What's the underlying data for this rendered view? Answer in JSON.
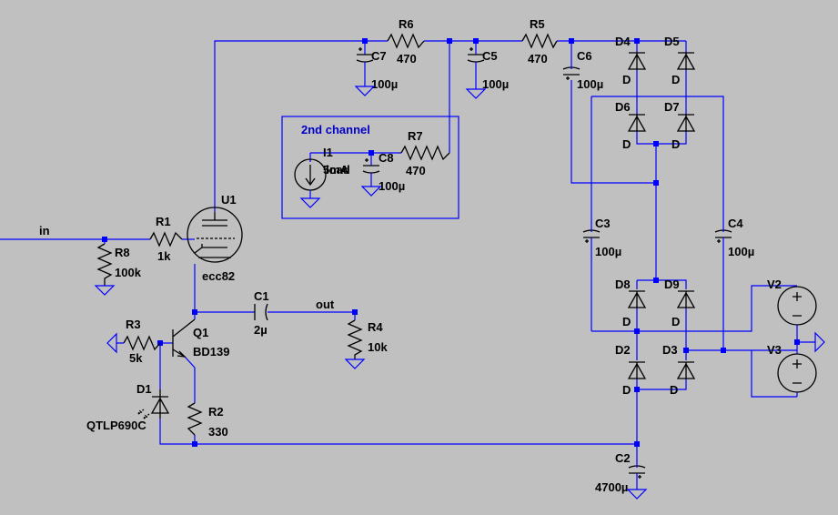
{
  "schematic": {
    "channel_box_title": "2nd channel",
    "nets": {
      "in": "in",
      "out": "out"
    },
    "components": {
      "R1": {
        "ref": "R1",
        "value": "1k"
      },
      "R2": {
        "ref": "R2",
        "value": "330"
      },
      "R3": {
        "ref": "R3",
        "value": "5k"
      },
      "R4": {
        "ref": "R4",
        "value": "10k"
      },
      "R5": {
        "ref": "R5",
        "value": "470"
      },
      "R6": {
        "ref": "R6",
        "value": "470"
      },
      "R7": {
        "ref": "R7",
        "value": "470"
      },
      "R8": {
        "ref": "R8",
        "value": "100k"
      },
      "C1": {
        "ref": "C1",
        "value": "2µ"
      },
      "C2": {
        "ref": "C2",
        "value": "4700µ"
      },
      "C3": {
        "ref": "C3",
        "value": "100µ"
      },
      "C4": {
        "ref": "C4",
        "value": "100µ"
      },
      "C5": {
        "ref": "C5",
        "value": "100µ"
      },
      "C6": {
        "ref": "C6",
        "value": "100µ"
      },
      "C7": {
        "ref": "C7",
        "value": "100µ"
      },
      "C8": {
        "ref": "C8",
        "value": "100µ"
      },
      "U1": {
        "ref": "U1",
        "value": "ecc82"
      },
      "Q1": {
        "ref": "Q1",
        "value": "BD139"
      },
      "D1": {
        "ref": "D1",
        "value": "QTLP690C"
      },
      "I1": {
        "ref": "I1",
        "value": "5mA",
        "overlap_label": "load"
      },
      "D2": {
        "ref": "D2",
        "value": "D"
      },
      "D3": {
        "ref": "D3",
        "value": "D"
      },
      "D4": {
        "ref": "D4",
        "value": "D"
      },
      "D5": {
        "ref": "D5",
        "value": "D"
      },
      "D6": {
        "ref": "D6",
        "value": "D"
      },
      "D7": {
        "ref": "D7",
        "value": "D"
      },
      "D8": {
        "ref": "D8",
        "value": "D"
      },
      "D9": {
        "ref": "D9",
        "value": "D"
      },
      "V2": {
        "ref": "V2"
      },
      "V3": {
        "ref": "V3"
      }
    },
    "colors": {
      "background": "#c0c0c0",
      "wire": "#0000ff",
      "component": "#000000",
      "junction": "#0000ff",
      "box_title": "#0000c8"
    }
  }
}
